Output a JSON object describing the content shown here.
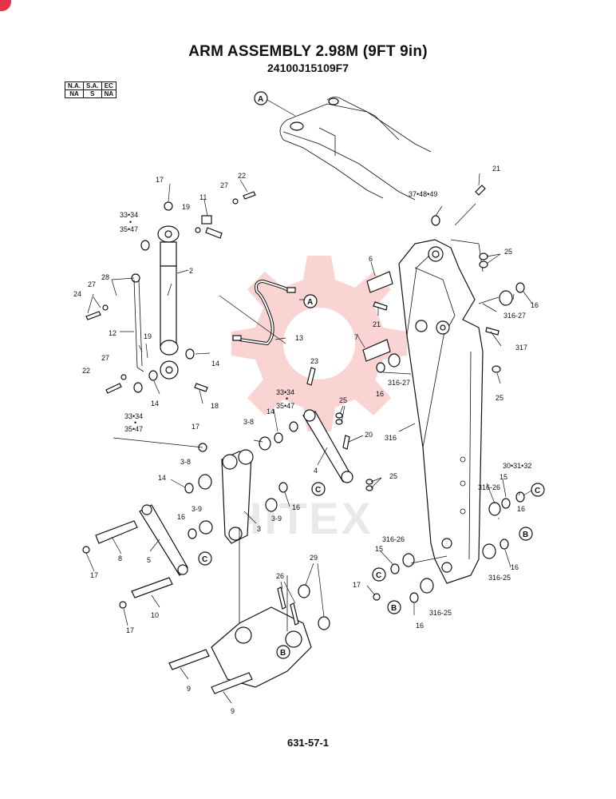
{
  "header": {
    "title": "ARM ASSEMBLY 2.98M (9FT 9in)",
    "part_number": "24100J15109F7"
  },
  "region_table": {
    "headers": [
      "N.A.",
      "S.A.",
      "EC"
    ],
    "values": [
      "NA",
      "S",
      "NA"
    ]
  },
  "watermark": "HITEX",
  "callouts": {
    "ref_a": "A",
    "ref_b": "B",
    "ref_c": "C"
  },
  "parts": {
    "p2": "2",
    "p3": "3",
    "p3_8": "3-8",
    "p3_9": "3-9",
    "p4": "4",
    "p5": "5",
    "p6": "6",
    "p7": "7",
    "p8": "8",
    "p9": "9",
    "p10": "10",
    "p11": "11",
    "p12": "12",
    "p13": "13",
    "p14": "14",
    "p15": "15",
    "p16": "16",
    "p17": "17",
    "p18": "18",
    "p19": "19",
    "p20": "20",
    "p21": "21",
    "p22": "22",
    "p23": "23",
    "p24": "24",
    "p25": "25",
    "p26": "26",
    "p27": "27",
    "p28": "28",
    "p29": "29",
    "p30_32": "30•31•32",
    "p33_34": "33•34",
    "p35_47": "35•47",
    "p37_49": "37•48•49",
    "p316": "316",
    "p316_25": "316-25",
    "p316_26": "316-26",
    "p316_27": "316-27",
    "p317": "317",
    "bullet": "•"
  },
  "footer": {
    "page_number": "631-57-1"
  }
}
